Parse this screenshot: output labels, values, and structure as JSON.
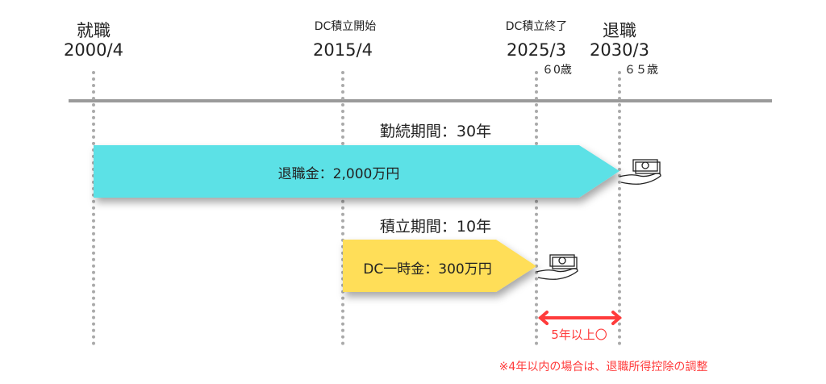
{
  "milestones": [
    {
      "title": "就職",
      "date": "2000/4"
    },
    {
      "title": "DC積立開始",
      "date": "2015/4"
    },
    {
      "title": "DC積立終了",
      "date": "2025/3",
      "age": "６0歳"
    },
    {
      "title": "退職",
      "date": "2030/3",
      "age": "６５歳"
    }
  ],
  "bars": {
    "service": {
      "period": "勤続期間：30年",
      "label": "退職金：2,000万円",
      "color": "#5ce1e6"
    },
    "dc": {
      "period": "積立期間：10年",
      "label": "DC一時金：300万円",
      "color": "#ffde59"
    }
  },
  "gap": {
    "label": "5年以上〇",
    "color": "#ff3b3b"
  },
  "note": "※4年以内の場合は、退職所得控除の調整"
}
